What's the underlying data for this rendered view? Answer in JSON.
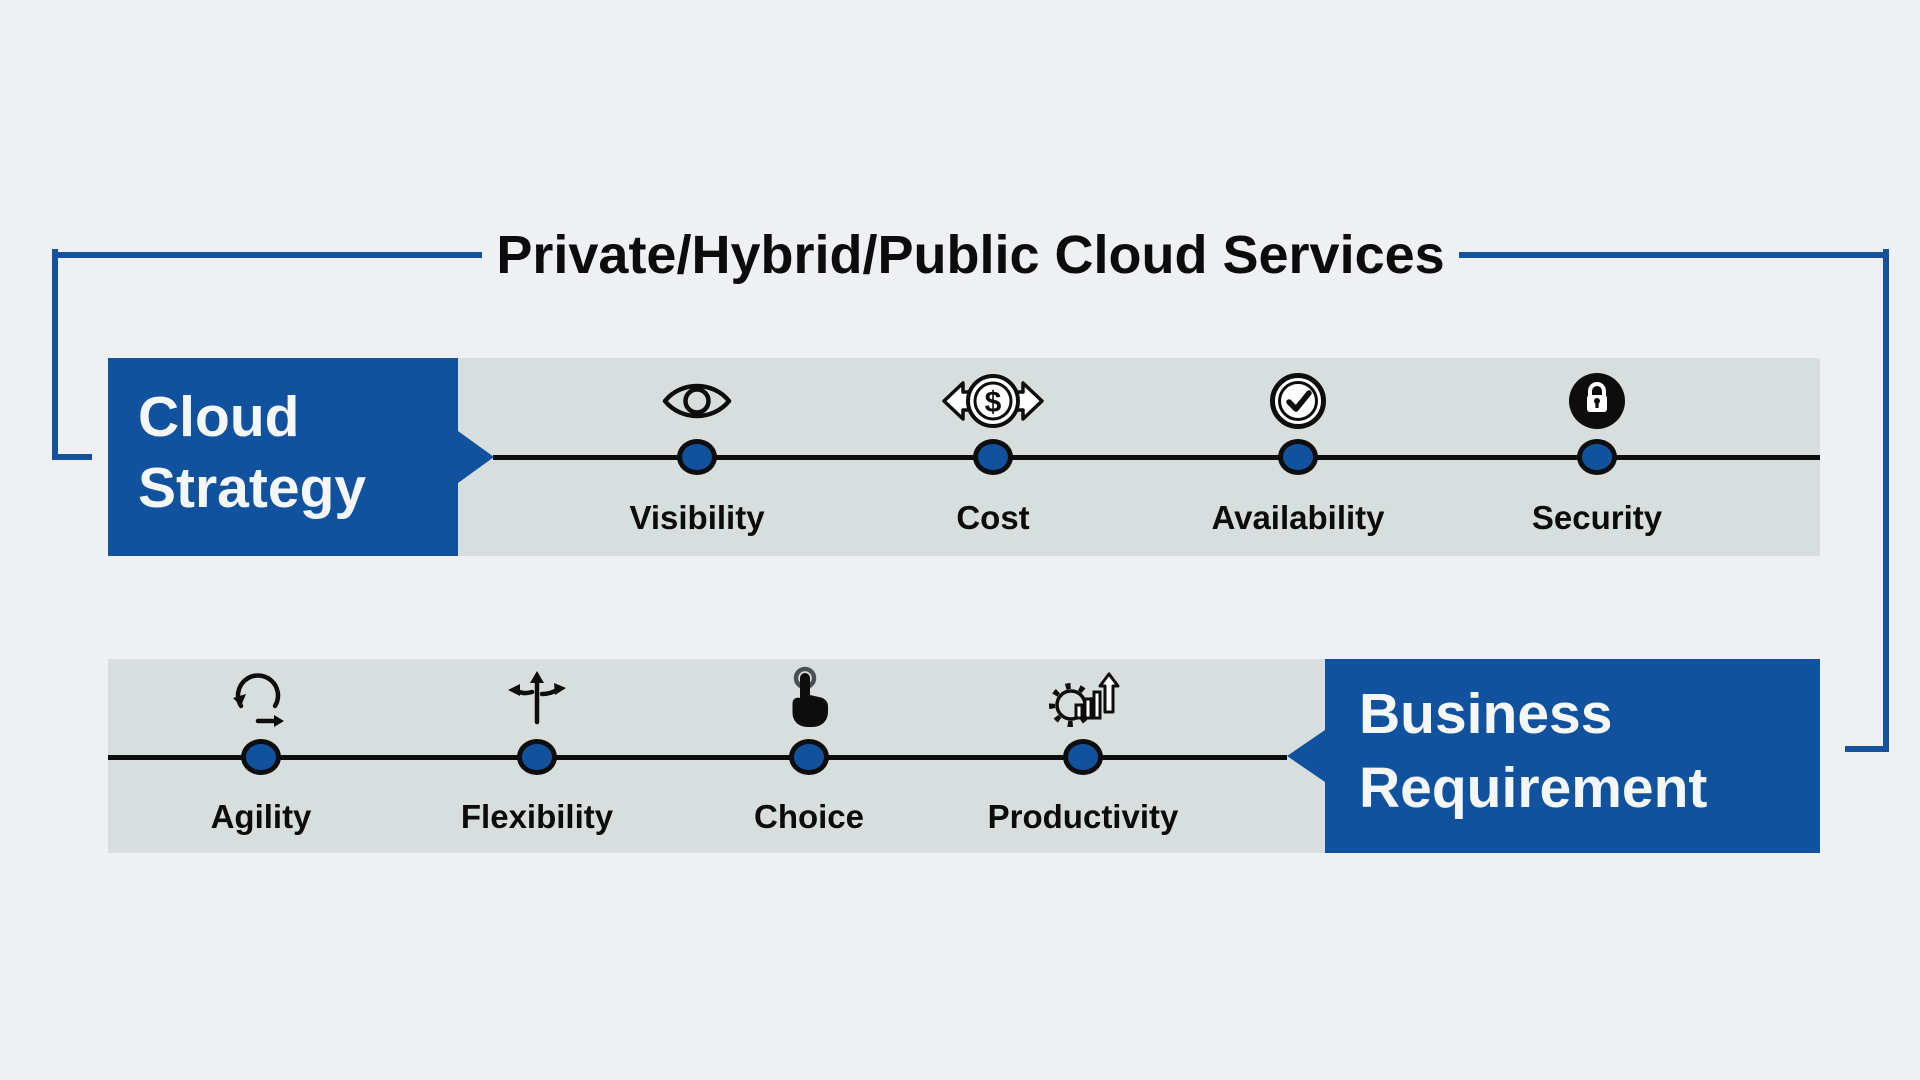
{
  "title": "Private/Hybrid/Public Cloud Services",
  "colors": {
    "accent_blue": "#11529f",
    "band_gray": "#d8dedd",
    "background": "#eef0f3",
    "line_black": "#0d0d0d"
  },
  "bands": {
    "cloud_strategy": {
      "label": "Cloud Strategy",
      "items": [
        {
          "label": "Visibility",
          "icon": "eye-icon"
        },
        {
          "label": "Cost",
          "icon": "currency-exchange-icon",
          "symbol": "$"
        },
        {
          "label": "Availability",
          "icon": "check-badge-icon"
        },
        {
          "label": "Security",
          "icon": "padlock-icon"
        }
      ]
    },
    "business_requirement": {
      "label": "Business Requirement",
      "items": [
        {
          "label": "Agility",
          "icon": "iteration-loop-icon"
        },
        {
          "label": "Flexibility",
          "icon": "branching-arrows-icon"
        },
        {
          "label": "Choice",
          "icon": "tap-hand-icon"
        },
        {
          "label": "Productivity",
          "icon": "gear-growth-chart-icon"
        }
      ]
    }
  }
}
